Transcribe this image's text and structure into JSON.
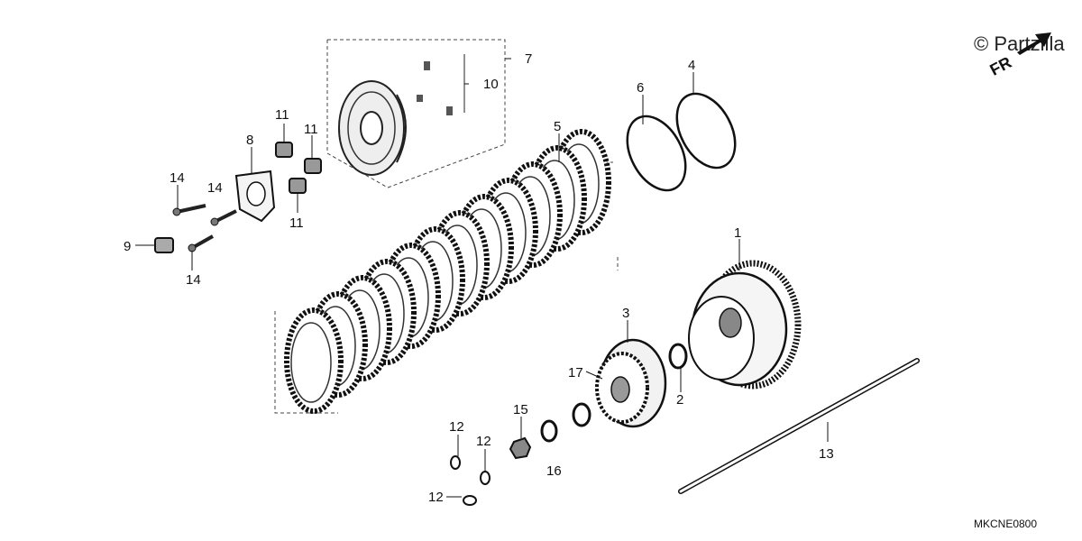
{
  "watermark": "© Partzilla",
  "front_marker": "FR",
  "diagram_code": "MKCNE0800",
  "callouts": {
    "c1": "1",
    "c2": "2",
    "c3": "3",
    "c4": "4",
    "c5": "5",
    "c6": "6",
    "c7": "7",
    "c8": "8",
    "c9": "9",
    "c10": "10",
    "c11a": "11",
    "c11b": "11",
    "c11c": "11",
    "c12a": "12",
    "c12b": "12",
    "c12c": "12",
    "c13": "13",
    "c14a": "14",
    "c14b": "14",
    "c14c": "14",
    "c15": "15",
    "c16": "16",
    "c17": "17"
  }
}
